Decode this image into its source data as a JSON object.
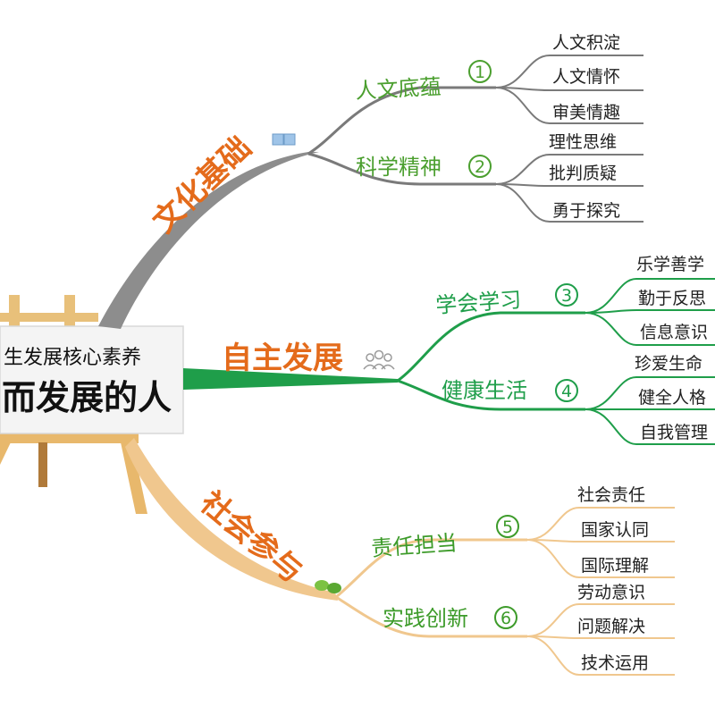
{
  "board": {
    "subtitle": "生发展核心素养",
    "title": "而发展的人"
  },
  "colors": {
    "culture": "#8d8d8d",
    "culture_text": "#e46b1b",
    "autonomy": "#1f9e4a",
    "autonomy_text": "#e46b1b",
    "society": "#f0c78e",
    "society_text": "#e46b1b",
    "culture_sub": "#4b9f2f",
    "autonomy_sub": "#1f9e4a",
    "society_sub": "#3d9b2a"
  },
  "branches": [
    {
      "label": "文化基础",
      "icon": "book-icon",
      "subs": [
        {
          "label": "人文底蕴",
          "num": "1",
          "leaves": [
            "人文积淀",
            "人文情怀",
            "审美情趣"
          ]
        },
        {
          "label": "科学精神",
          "num": "2",
          "leaves": [
            "理性思维",
            "批判质疑",
            "勇于探究"
          ]
        }
      ]
    },
    {
      "label": "自主发展",
      "icon": "people-icon",
      "subs": [
        {
          "label": "学会学习",
          "num": "3",
          "leaves": [
            "乐学善学",
            "勤于反思",
            "信息意识"
          ]
        },
        {
          "label": "健康生活",
          "num": "4",
          "leaves": [
            "珍爱生命",
            "健全人格",
            "自我管理"
          ]
        }
      ]
    },
    {
      "label": "社会参与",
      "icon": "chat-icon",
      "subs": [
        {
          "label": "责任担当",
          "num": "5",
          "leaves": [
            "社会责任",
            "国家认同",
            "国际理解"
          ]
        },
        {
          "label": "实践创新",
          "num": "6",
          "leaves": [
            "劳动意识",
            "问题解决",
            "技术运用"
          ]
        }
      ]
    }
  ]
}
